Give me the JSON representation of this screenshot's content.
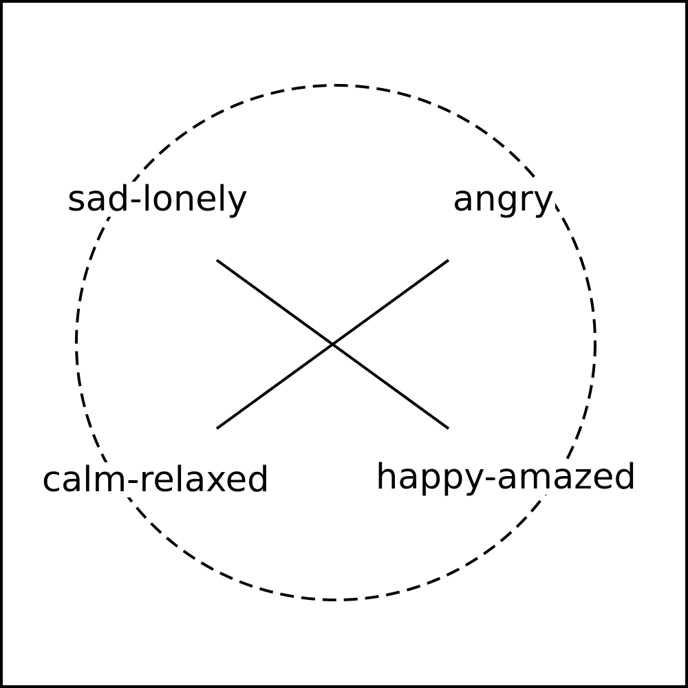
{
  "diagram": {
    "labels": {
      "top_left": "sad-lonely",
      "top_right": "angry",
      "bottom_left": "calm-relaxed",
      "bottom_right": "happy-amazed"
    },
    "colors": {
      "stroke": "#000000",
      "background": "#ffffff"
    }
  }
}
